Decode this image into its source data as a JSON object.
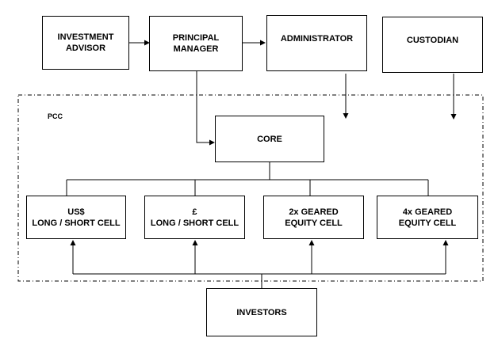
{
  "nodes": {
    "investment_advisor": "INVESTMENT\nADVISOR",
    "principal_manager": "PRINCIPAL\nMANAGER",
    "administrator": "ADMINISTRATOR",
    "custodian": "CUSTODIAN",
    "core": "CORE",
    "usd_cell": "US$\nLONG / SHORT CELL",
    "gbp_cell": "£\nLONG / SHORT CELL",
    "geared_2x_cell": "2x GEARED\nEQUITY CELL",
    "geared_4x_cell": "4x GEARED\nEQUITY CELL",
    "investors": "INVESTORS"
  },
  "container": {
    "label": "PCC"
  }
}
